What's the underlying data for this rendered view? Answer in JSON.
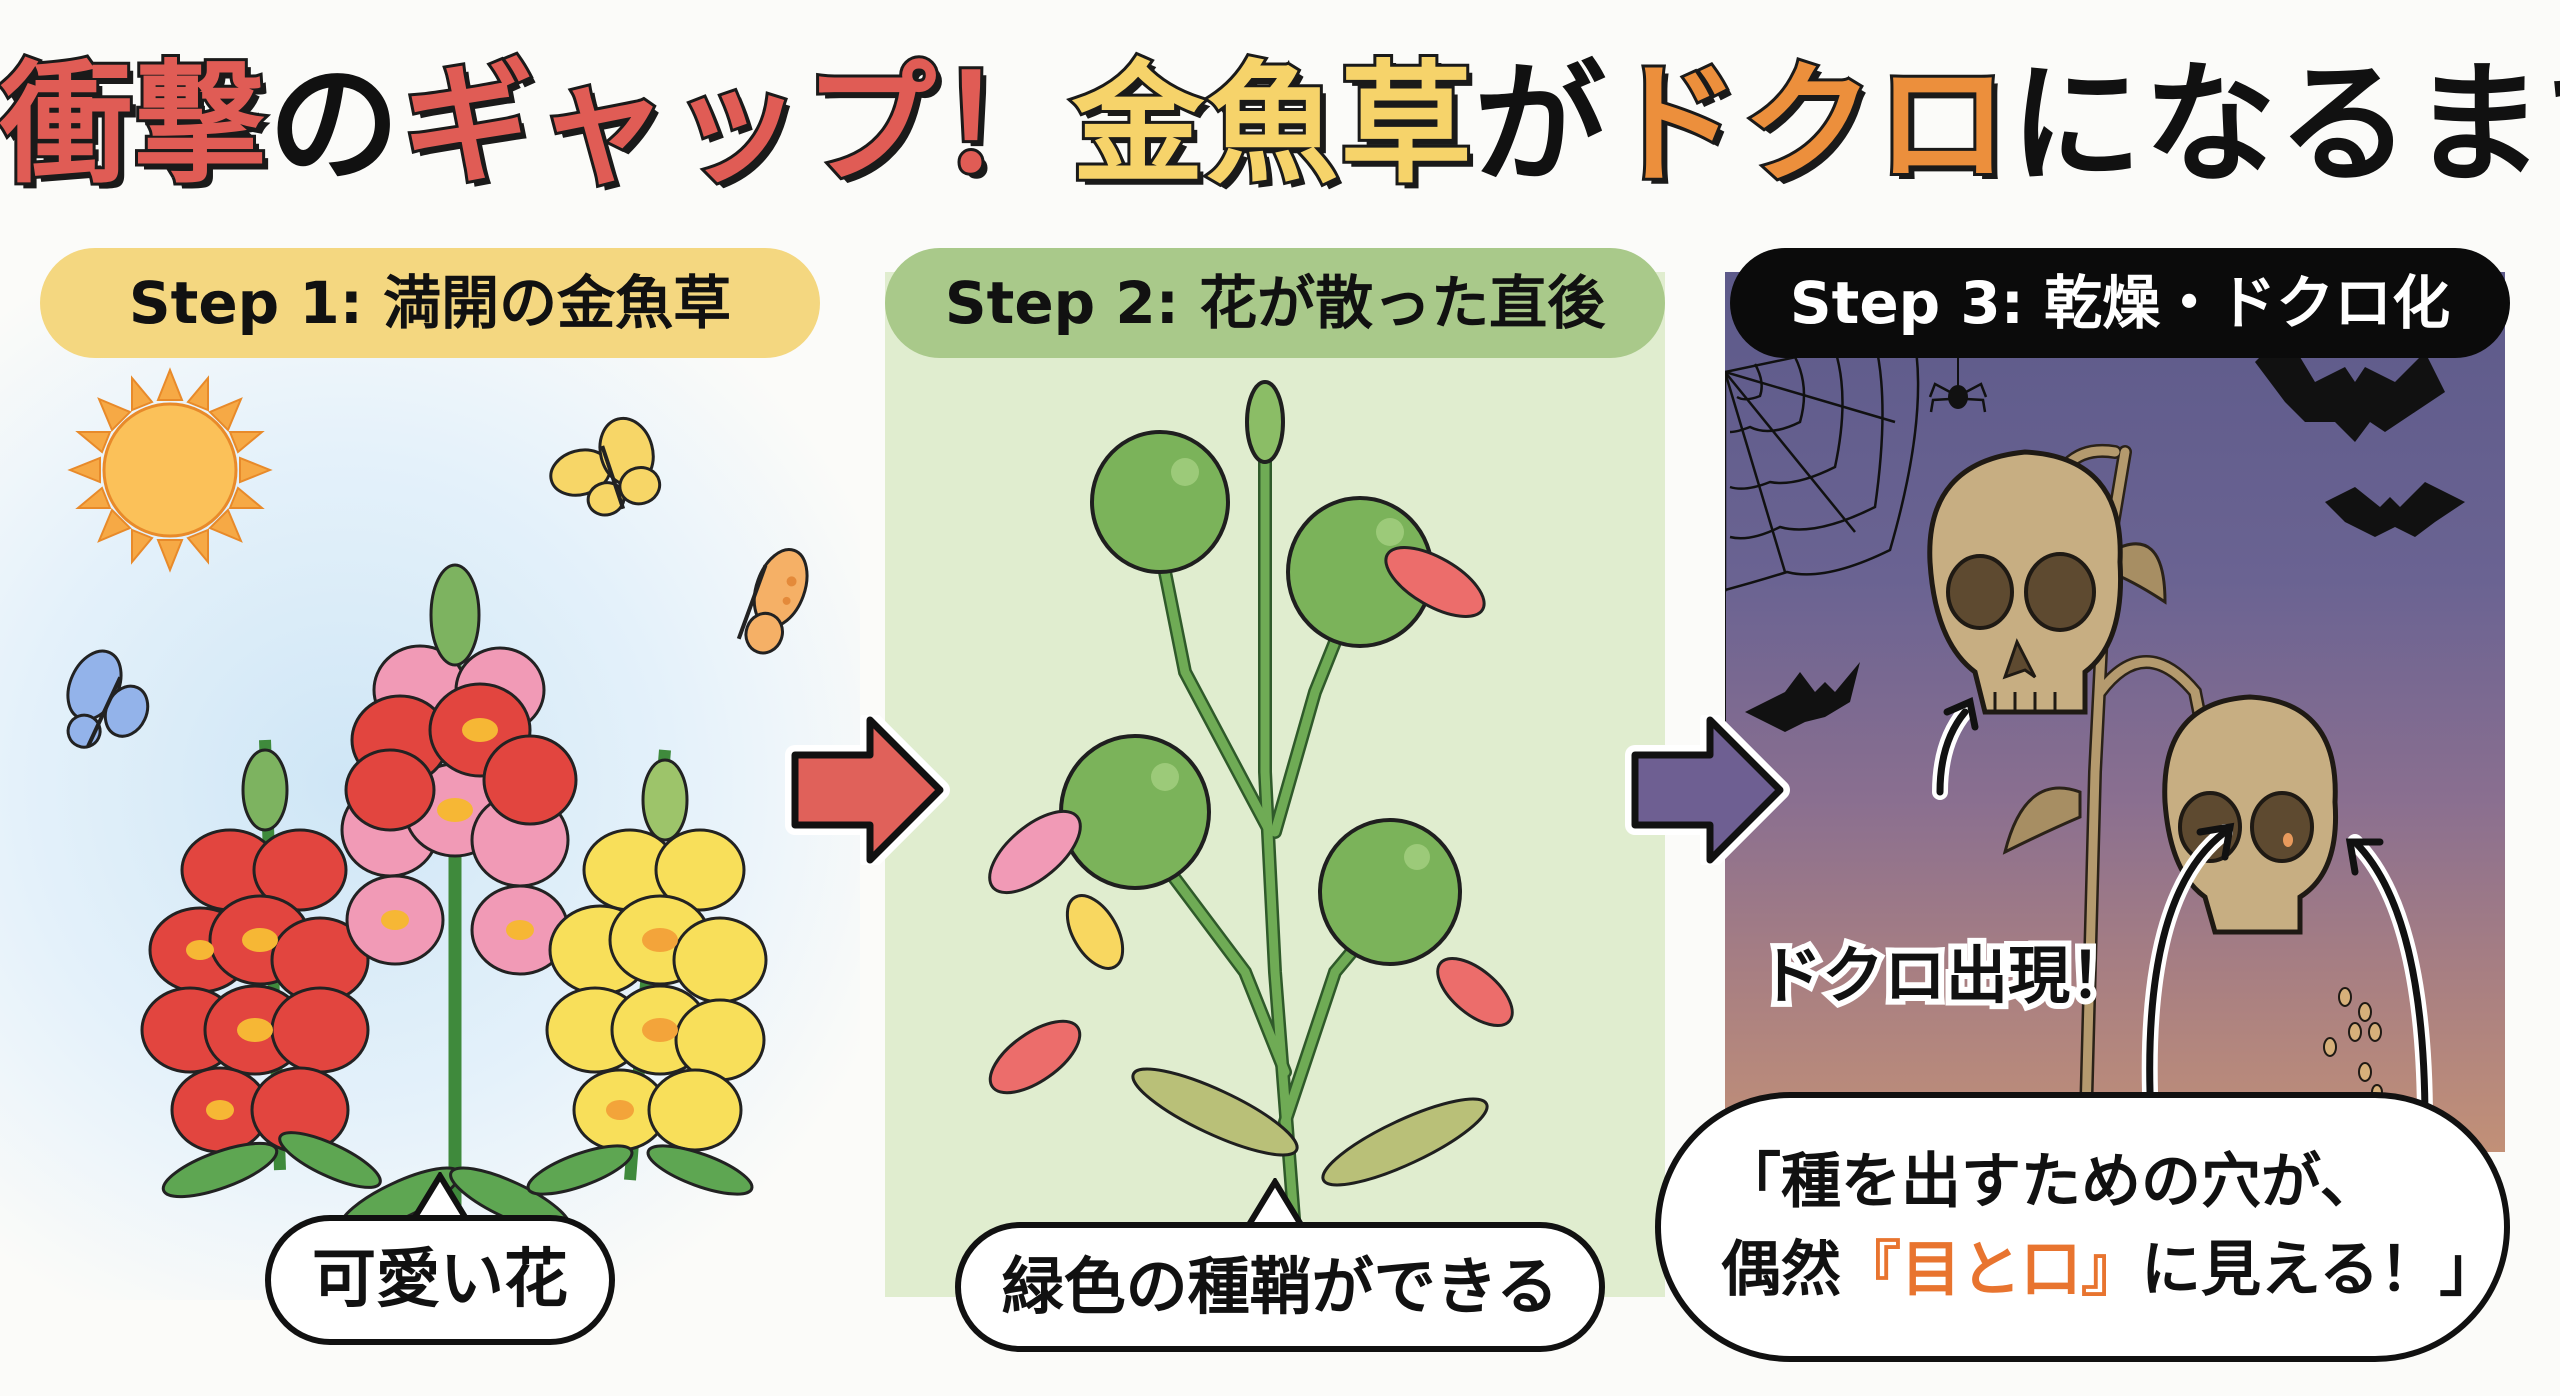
{
  "title": {
    "segments": [
      {
        "text": "衝撃",
        "style": "red"
      },
      {
        "text": "の",
        "style": "black"
      },
      {
        "text": "ギャップ！",
        "style": "red"
      },
      {
        "text": "金魚草",
        "style": "yellow"
      },
      {
        "text": "が",
        "style": "black"
      },
      {
        "text": "ドクロ",
        "style": "orange"
      },
      {
        "text": "になるまで",
        "style": "black"
      }
    ]
  },
  "colors": {
    "title_red": "#e05c55",
    "title_yellow": "#f6d36a",
    "title_orange": "#ec8f3c",
    "step1_pill": "#f4d780",
    "step2_pill": "#a9c98a",
    "step3_pill": "#0b0b0b",
    "step2_bg": "#e0edcf",
    "arrow1": "#e0615a",
    "arrow2": "#6e5f92",
    "highlight": "#e8742f"
  },
  "steps": [
    {
      "label": "Step 1: 満開の金魚草",
      "bubble": "可愛い花",
      "illustration": [
        "sun",
        "butterfly-yellow",
        "butterfly-orange",
        "butterfly-blue",
        "snapdragon-red",
        "snapdragon-pink",
        "snapdragon-yellow"
      ]
    },
    {
      "label": "Step 2: 花が散った直後",
      "bubble": "緑色の種鞘ができる",
      "illustration": [
        "green-seed-pods",
        "stem",
        "falling-petals"
      ]
    },
    {
      "label": "Step 3: 乾燥・ドクロ化",
      "annotation": "ドクロ出現！",
      "bubble": {
        "line1": "「種を出すための穴が、",
        "line2_pre": "偶然",
        "line2_highlight": "『目と口』",
        "line2_post": "に見える！」"
      },
      "illustration": [
        "spider-web",
        "spider",
        "bats",
        "skull-seed-pods",
        "dry-stem",
        "falling-seeds"
      ]
    }
  ],
  "arrows": [
    {
      "from": "Step 1",
      "to": "Step 2",
      "icon": "arrow-right"
    },
    {
      "from": "Step 2",
      "to": "Step 3",
      "icon": "arrow-right"
    }
  ]
}
